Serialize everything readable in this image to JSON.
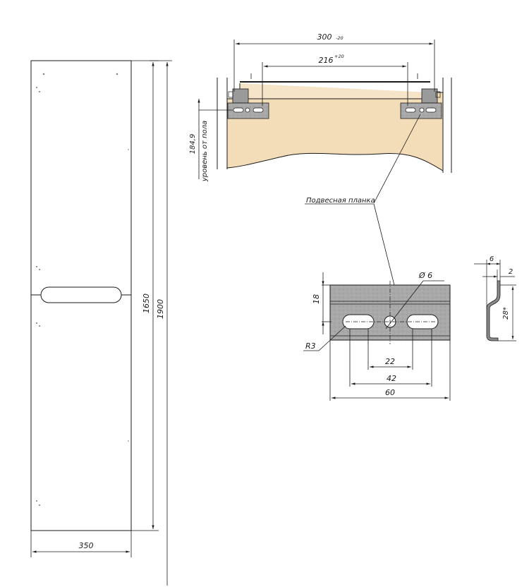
{
  "cabinet": {
    "width_label": "350",
    "height_label": "1650",
    "total_height_label": "1900"
  },
  "top_view": {
    "outer_width": {
      "value": "300",
      "tolerance": "-20"
    },
    "inner_width": {
      "value": "216",
      "tolerance": "+20"
    },
    "mount_height": {
      "value": "184,9",
      "caption": "уровень от пола"
    },
    "callout": "Подвесная планка"
  },
  "bracket": {
    "hole_diameter": "Ø 6",
    "height": "18",
    "slot_radius": "R3",
    "center_spacing": "22",
    "slot_spacing": "42",
    "width": "60"
  },
  "profile": {
    "depth": "6",
    "thickness": "2",
    "height": "28*"
  },
  "colors": {
    "line": "#1a1a1a",
    "wood": "#f3dcb8",
    "metal": "#a9a9a9",
    "metal_dark": "#555555"
  }
}
